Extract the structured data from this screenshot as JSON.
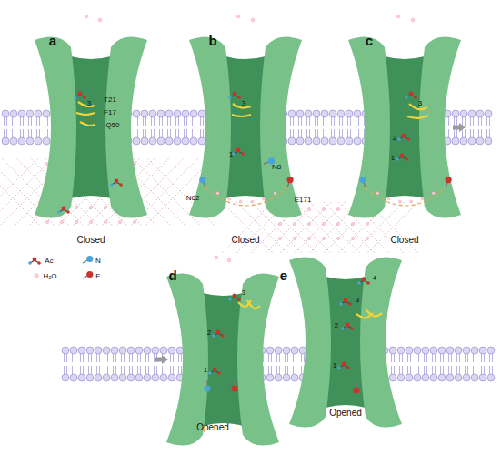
{
  "diagram": {
    "labels": [
      "a",
      "T21",
      "F17",
      "Q50",
      "3",
      "Closed",
      "b",
      "3",
      "1",
      "N8",
      "N62",
      "E171",
      "Closed",
      "c",
      "3",
      "2",
      "1",
      "Closed",
      "d",
      "3",
      "2",
      "1",
      "Opened",
      "e",
      "4",
      "3",
      "2",
      "1",
      "Opened"
    ],
    "legend": [
      {
        "text": "Ac"
      },
      {
        "text": "N"
      },
      {
        "text": "H₂O"
      },
      {
        "text": "E"
      }
    ]
  }
}
